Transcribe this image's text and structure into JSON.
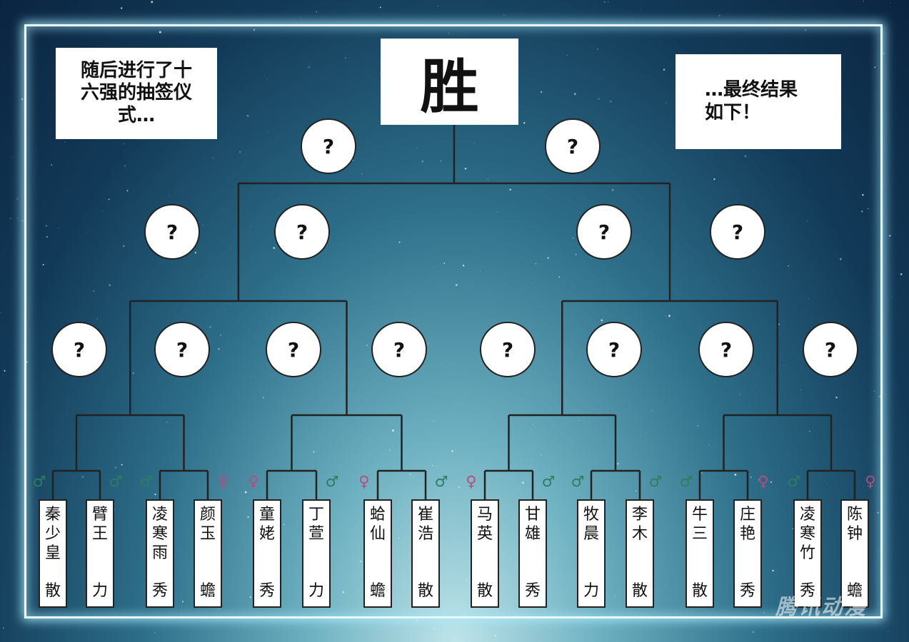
{
  "panel": {
    "caption_left": "随后进行了十六强的抽签仪式…",
    "caption_right": "…最终结果如下！",
    "winner_label": "胜",
    "unknown_mark": "?",
    "male_symbol": "♂",
    "female_symbol": "♀",
    "watermark": "腾讯动漫"
  },
  "colors": {
    "male": "#2b7f60",
    "female": "#b94b80",
    "frame_glow": "#aaebff",
    "line": "#222222"
  },
  "contestants": [
    {
      "name": "秦少皇",
      "tag": "散",
      "gender": "male"
    },
    {
      "name": "臂王",
      "tag": "力",
      "gender": "male"
    },
    {
      "name": "凌寒雨",
      "tag": "秀",
      "gender": "male"
    },
    {
      "name": "颜玉",
      "tag": "蟾",
      "gender": "female"
    },
    {
      "name": "童姥",
      "tag": "秀",
      "gender": "female"
    },
    {
      "name": "丁萱",
      "tag": "力",
      "gender": "male"
    },
    {
      "name": "蛤仙",
      "tag": "蟾",
      "gender": "female"
    },
    {
      "name": "崔浩",
      "tag": "散",
      "gender": "male"
    },
    {
      "name": "马英",
      "tag": "散",
      "gender": "female"
    },
    {
      "name": "甘雄",
      "tag": "秀",
      "gender": "male"
    },
    {
      "name": "牧晨",
      "tag": "力",
      "gender": "male"
    },
    {
      "name": "李木",
      "tag": "散",
      "gender": "male"
    },
    {
      "name": "牛三",
      "tag": "散",
      "gender": "male"
    },
    {
      "name": "庄艳",
      "tag": "秀",
      "gender": "female"
    },
    {
      "name": "凌寒竹",
      "tag": "秀",
      "gender": "male"
    },
    {
      "name": "陈钟",
      "tag": "蟾",
      "gender": "female"
    }
  ]
}
